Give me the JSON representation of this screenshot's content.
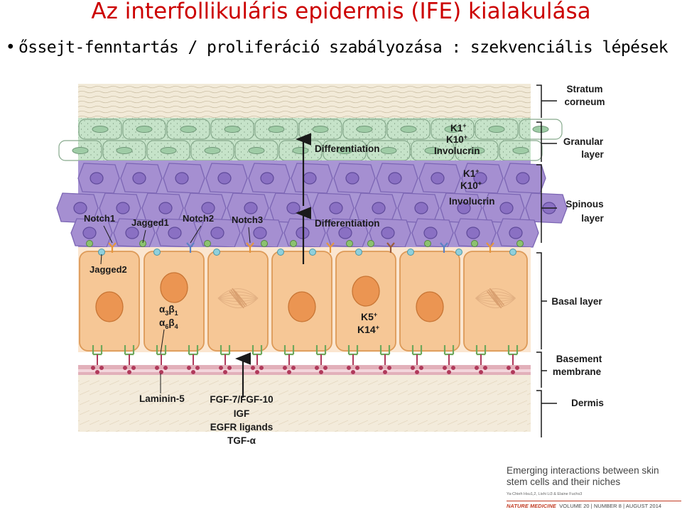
{
  "slide": {
    "title": "Az interfollikuláris epidermis (IFE) kialakulása",
    "bullet": "őssejt-fenntartás / proliferáció szabályozása : szekvenciális lépések"
  },
  "colors": {
    "title": "#cc0000",
    "stratum_corneum": "#f2ead8",
    "granular": "#c6e3c9",
    "spinous": "#a996d4",
    "basal": "#f6c796",
    "membrane": "#e2b0ba",
    "dermis": "#f3ebdb",
    "integrin": "#6ea85c",
    "laminin": "#b03a5b"
  },
  "diagram": {
    "layers": {
      "stratum_corneum": [
        "Stratum",
        "corneum"
      ],
      "granular": [
        "Granular",
        "layer"
      ],
      "spinous": [
        "Spinous",
        "layer"
      ],
      "basal": [
        "Basal layer"
      ],
      "basement_membrane": [
        "Basement",
        "membrane"
      ],
      "dermis": [
        "Dermis"
      ]
    },
    "differentiation_upper": "Differentiation",
    "differentiation_lower": "Differentiation",
    "granular_markers": {
      "k1": "K1",
      "k1_sup": "+",
      "k10": "K10",
      "k10_sup": "+",
      "involucrin": "Involucrin"
    },
    "spinous_markers": {
      "k1": "K1",
      "k1_sup": "+",
      "k10": "K10",
      "k10_sup": "+",
      "involucrin": "Involucrin"
    },
    "signaling": {
      "notch1": "Notch1",
      "jagged1": "Jagged1",
      "notch2": "Notch2",
      "notch3": "Notch3",
      "jagged2": "Jagged2"
    },
    "integrins": {
      "a3": "α",
      "a3_sub": "3",
      "b1": "β",
      "b1_sub": "1",
      "a6": "α",
      "a6_sub": "6",
      "b4": "β",
      "b4_sub": "4"
    },
    "basal_keratins": {
      "k5": "K5",
      "k5_sup": "+",
      "k14": "K14",
      "k14_sup": "+"
    },
    "laminin": "Laminin-5",
    "growth_factors": [
      "FGF-7/FGF-10",
      "IGF",
      "EGFR ligands",
      "TGF-α"
    ]
  },
  "reference": {
    "title": "Emerging interactions between skin stem cells and their niches",
    "authors": "Ya-Chieh Hsu1,2, Lishi Li3 & Elaine Fuchs3",
    "journal": "NATURE MEDICINE",
    "issue": "VOLUME 20 | NUMBER 8 | AUGUST 2014"
  }
}
